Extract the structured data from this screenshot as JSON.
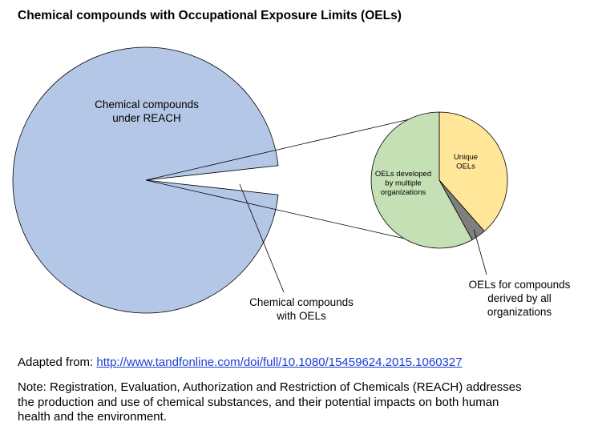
{
  "chart_data": {
    "type": "pie",
    "title": "Chemical compounds with Occupational Exposure Limits (OELs)",
    "main_pie": {
      "slices": [
        {
          "label": "Chemical compounds under REACH",
          "value": 96.5,
          "color": "#b4c7e7"
        },
        {
          "label": "Chemical compounds with OELs",
          "value": 3.5,
          "color": "#ffffff"
        }
      ]
    },
    "breakout_pie": {
      "slices": [
        {
          "label": "Unique OELs",
          "value": 38.5,
          "color": "#ffe699"
        },
        {
          "label": "OELs for compounds derived by all organizations",
          "value": 3.5,
          "color": "#7f7f7f"
        },
        {
          "label": "OELs developed by multiple organizations",
          "value": 58,
          "color": "#c5e0b4"
        }
      ]
    },
    "labels": {
      "reach": [
        "Chemical compounds",
        "under REACH"
      ],
      "with_oels": [
        "Chemical compounds",
        "with OELs"
      ],
      "unique": [
        "Unique",
        "OELs"
      ],
      "multiple": [
        "OELs developed",
        "by multiple",
        "organizations"
      ],
      "all_orgs": [
        "OELs for compounds",
        "derived by all",
        "organizations"
      ]
    }
  },
  "footer": {
    "source_prefix": "Adapted from:",
    "source_link": "http://www.tandfonline.com/doi/full/10.1080/15459624.2015.1060327",
    "note": "Note: Registration, Evaluation, Authorization and Restriction of Chemicals (REACH) addresses the production and use of chemical substances, and their potential impacts on both human health and the environment."
  }
}
